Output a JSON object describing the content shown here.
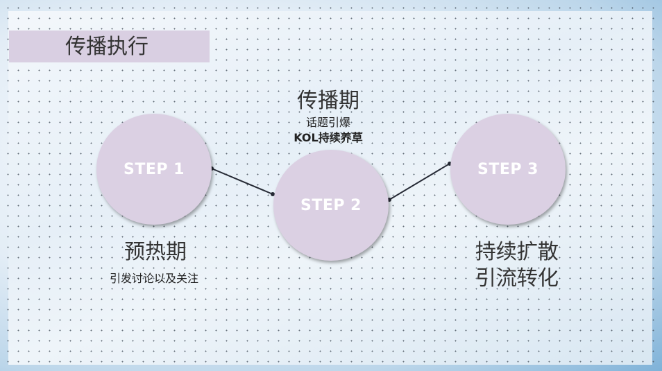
{
  "header": {
    "title": "传播执行"
  },
  "steps": [
    {
      "label": "STEP 1",
      "phase": "预热期",
      "desc": [
        "引发讨论以及关注"
      ]
    },
    {
      "label": "STEP 2",
      "phase": "传播期",
      "desc": [
        "话题引爆",
        "KOL持续养草"
      ]
    },
    {
      "label": "STEP 3",
      "phase": "持续扩散",
      "phase2": "引流转化"
    }
  ],
  "colors": {
    "circle": "#dbd0e3",
    "header_band": "#d9cfe2",
    "connector": "#262a35"
  }
}
